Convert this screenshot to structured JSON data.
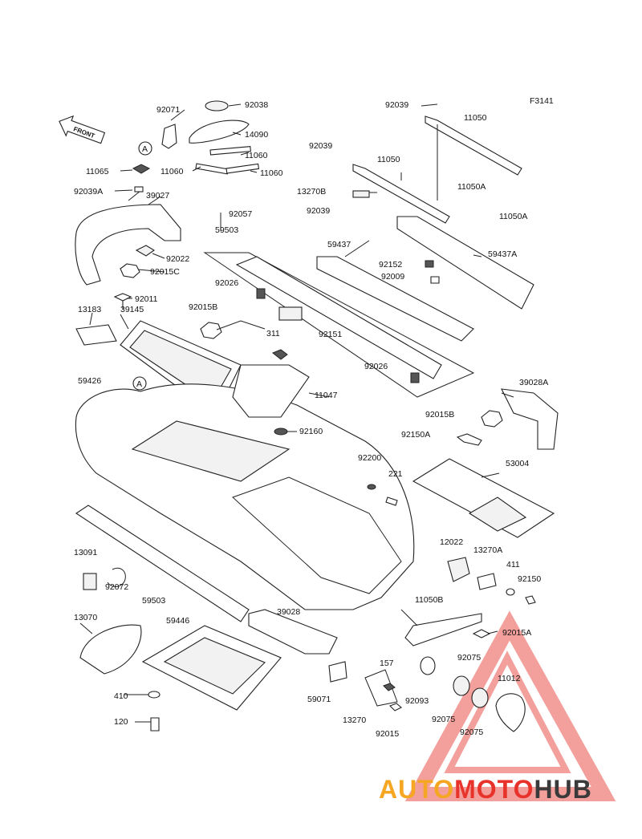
{
  "figure_code": "F3141",
  "front_label": "FRONT",
  "callout_a": "A",
  "colors": {
    "watermark_red": "#e8332b",
    "watermark_orange": "#f5a623",
    "watermark_gray": "#3a3a3a",
    "triangle": "#ef7f7a"
  },
  "watermark": {
    "part1": "AUTO",
    "part2": "MOTO",
    "part3": "HUB"
  },
  "parts": [
    {
      "id": "92071",
      "text": "92071"
    },
    {
      "id": "92038",
      "text": "92038"
    },
    {
      "id": "14090",
      "text": "14090"
    },
    {
      "id": "11060a",
      "text": "11060"
    },
    {
      "id": "11060b",
      "text": "11060"
    },
    {
      "id": "11060c",
      "text": "11060"
    },
    {
      "id": "11065",
      "text": "11065"
    },
    {
      "id": "92039A",
      "text": "92039A"
    },
    {
      "id": "39027",
      "text": "39027"
    },
    {
      "id": "92057",
      "text": "92057"
    },
    {
      "id": "59503a",
      "text": "59503"
    },
    {
      "id": "92022",
      "text": "92022"
    },
    {
      "id": "92015C",
      "text": "92015C"
    },
    {
      "id": "92011",
      "text": "92011"
    },
    {
      "id": "13183",
      "text": "13183"
    },
    {
      "id": "39145",
      "text": "39145"
    },
    {
      "id": "92026a",
      "text": "92026"
    },
    {
      "id": "92015B",
      "text": "92015B"
    },
    {
      "id": "311",
      "text": "311"
    },
    {
      "id": "92151",
      "text": "92151"
    },
    {
      "id": "92026b",
      "text": "92026"
    },
    {
      "id": "59426",
      "text": "59426"
    },
    {
      "id": "11047",
      "text": "11047"
    },
    {
      "id": "92160",
      "text": "92160"
    },
    {
      "id": "92039a",
      "text": "92039"
    },
    {
      "id": "11050a",
      "text": "11050"
    },
    {
      "id": "92039b",
      "text": "92039"
    },
    {
      "id": "11050b",
      "text": "11050"
    },
    {
      "id": "13270B",
      "text": "13270B"
    },
    {
      "id": "92039c",
      "text": "92039"
    },
    {
      "id": "11050A1",
      "text": "11050A"
    },
    {
      "id": "11050A2",
      "text": "11050A"
    },
    {
      "id": "59437",
      "text": "59437"
    },
    {
      "id": "92152",
      "text": "92152"
    },
    {
      "id": "92009",
      "text": "92009"
    },
    {
      "id": "59437A",
      "text": "59437A"
    },
    {
      "id": "39028A",
      "text": "39028A"
    },
    {
      "id": "92015B2",
      "text": "92015B"
    },
    {
      "id": "92150A",
      "text": "92150A"
    },
    {
      "id": "92200",
      "text": "92200"
    },
    {
      "id": "221",
      "text": "221"
    },
    {
      "id": "53004",
      "text": "53004"
    },
    {
      "id": "12022",
      "text": "12022"
    },
    {
      "id": "13270A",
      "text": "13270A"
    },
    {
      "id": "411",
      "text": "411"
    },
    {
      "id": "92150",
      "text": "92150"
    },
    {
      "id": "13091",
      "text": "13091"
    },
    {
      "id": "92072",
      "text": "92072"
    },
    {
      "id": "59503b",
      "text": "59503"
    },
    {
      "id": "13070",
      "text": "13070"
    },
    {
      "id": "59446",
      "text": "59446"
    },
    {
      "id": "39028",
      "text": "39028"
    },
    {
      "id": "11050B",
      "text": "11050B"
    },
    {
      "id": "92015A",
      "text": "92015A"
    },
    {
      "id": "157",
      "text": "157"
    },
    {
      "id": "92075a",
      "text": "92075"
    },
    {
      "id": "11012",
      "text": "11012"
    },
    {
      "id": "410",
      "text": "410"
    },
    {
      "id": "59071",
      "text": "59071"
    },
    {
      "id": "92093",
      "text": "92093"
    },
    {
      "id": "92075b",
      "text": "92075"
    },
    {
      "id": "92075c",
      "text": "92075"
    },
    {
      "id": "120",
      "text": "120"
    },
    {
      "id": "13270",
      "text": "13270"
    },
    {
      "id": "92015",
      "text": "92015"
    }
  ]
}
